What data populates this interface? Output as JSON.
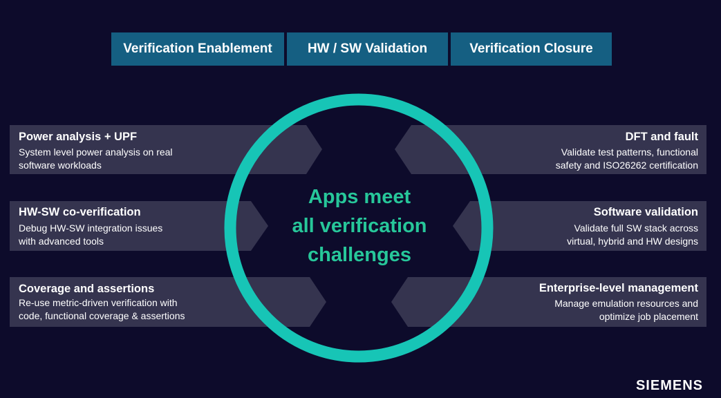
{
  "tabs": [
    "Verification Enablement",
    "HW / SW Validation",
    "Verification Closure"
  ],
  "center": {
    "lines": [
      "Apps meet",
      "all verification",
      "challenges"
    ]
  },
  "left_items": [
    {
      "title": "Power analysis + UPF",
      "desc_lines": [
        "System level power analysis on real",
        "software workloads"
      ]
    },
    {
      "title": "HW-SW co-verification",
      "desc_lines": [
        "Debug HW-SW integration issues",
        "with advanced tools"
      ]
    },
    {
      "title": "Coverage and assertions",
      "desc_lines": [
        "Re-use metric-driven verification with",
        "code, functional coverage & assertions"
      ]
    }
  ],
  "right_items": [
    {
      "title": "DFT and fault",
      "desc_lines": [
        "Validate test patterns, functional",
        "safety and ISO26262 certification"
      ]
    },
    {
      "title": "Software validation",
      "desc_lines": [
        "Validate full SW stack across",
        "virtual, hybrid and HW designs"
      ]
    },
    {
      "title": "Enterprise-level management",
      "desc_lines": [
        "Manage emulation resources and",
        "optimize job placement"
      ]
    }
  ],
  "logo": "SIEMENS",
  "colors": {
    "background": "#0d0b2b",
    "tab": "#155f82",
    "panel": "#35344f",
    "ring": "#17c5b6",
    "center_text": "#27c79a"
  }
}
